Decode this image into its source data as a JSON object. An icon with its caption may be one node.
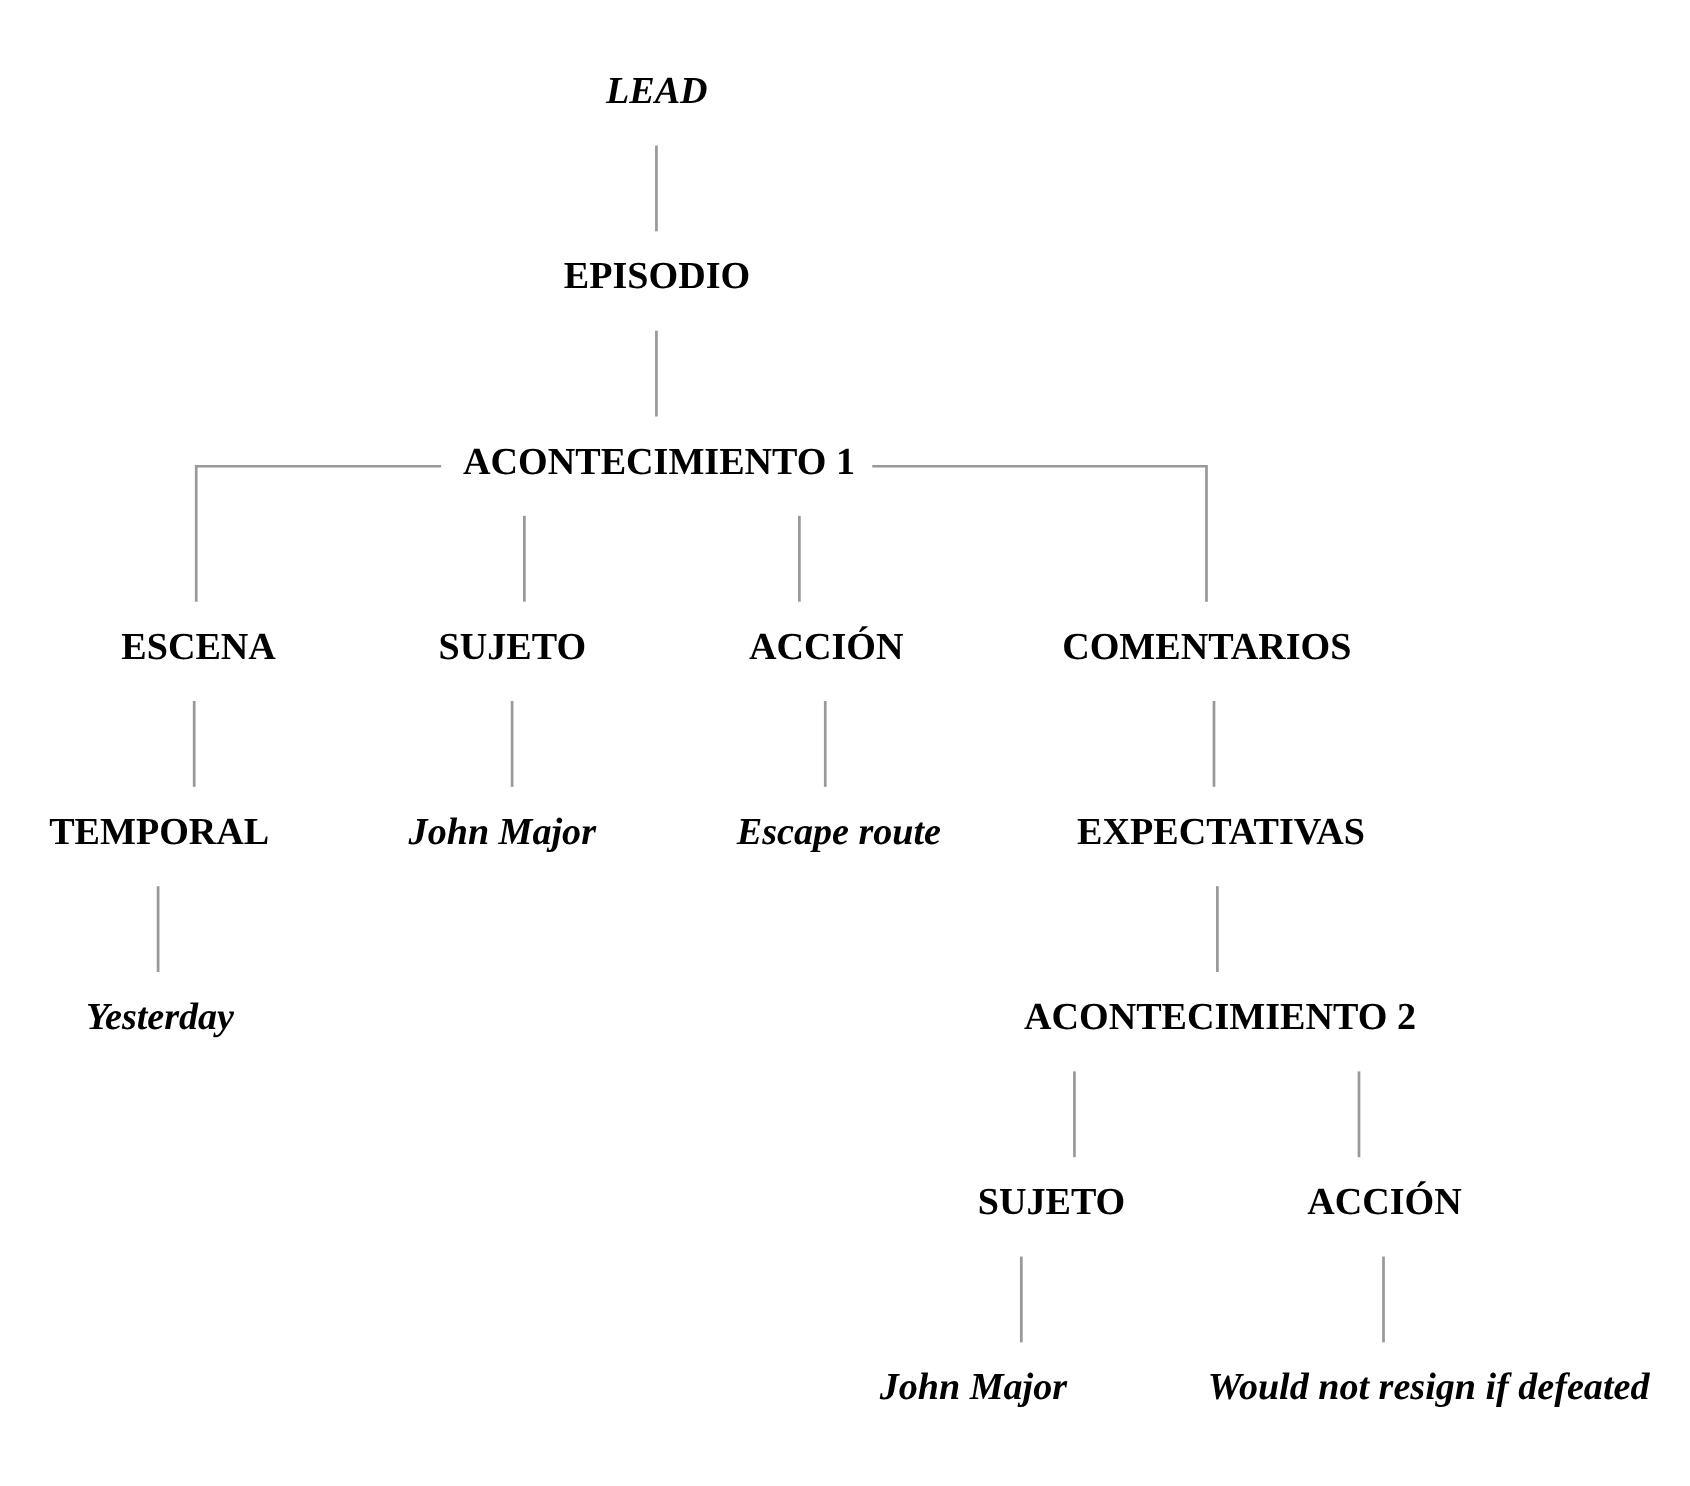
{
  "diagram": {
    "nodes": [
      {
        "text": [
          "LEAD"
        ]
      },
      {
        "text": [
          "EPISODIO"
        ]
      },
      {
        "text": [
          "ACONTECIMIENTO 1"
        ]
      },
      {
        "text": [
          "ESCENA"
        ]
      },
      {
        "text": [
          "SUJETO"
        ]
      },
      {
        "text": [
          "ACCIÓN"
        ]
      },
      {
        "text": [
          "COMENTARIOS"
        ]
      },
      {
        "text": [
          "TEMPORAL"
        ]
      },
      {
        "text": [
          "John Major"
        ]
      },
      {
        "text": [
          "Escape route"
        ]
      },
      {
        "text": [
          "EXPECTATIVAS"
        ]
      },
      {
        "text": [
          "Yesterday"
        ]
      },
      {
        "text": [
          "ACONTECIMIENTO 2"
        ]
      },
      {
        "text": [
          "SUJETO"
        ]
      },
      {
        "text": [
          "ACCIÓN"
        ]
      },
      {
        "text": [
          "John Major"
        ]
      },
      {
        "text": [
          "Would not resign if defeated"
        ]
      }
    ],
    "edges": [
      {
        "from": 0,
        "to": 1,
        "arrow": "none"
      },
      {
        "from": 1,
        "to": 2,
        "arrow": "none"
      },
      {
        "from": 2,
        "to": 3,
        "arrow": "none"
      },
      {
        "from": 2,
        "to": 4,
        "arrow": "none"
      },
      {
        "from": 2,
        "to": 5,
        "arrow": "none"
      },
      {
        "from": 2,
        "to": 6,
        "arrow": "none"
      },
      {
        "from": 3,
        "to": 7,
        "arrow": "none"
      },
      {
        "from": 4,
        "to": 8,
        "arrow": "none"
      },
      {
        "from": 5,
        "to": 9,
        "arrow": "none"
      },
      {
        "from": 6,
        "to": 10,
        "arrow": "none"
      },
      {
        "from": 7,
        "to": 11,
        "arrow": "none"
      },
      {
        "from": 10,
        "to": 12,
        "arrow": "none"
      },
      {
        "from": 12,
        "to": 13,
        "arrow": "none"
      },
      {
        "from": 12,
        "to": 14,
        "arrow": "none"
      },
      {
        "from": 13,
        "to": 15,
        "arrow": "none"
      },
      {
        "from": 14,
        "to": 16,
        "arrow": "none"
      }
    ]
  }
}
